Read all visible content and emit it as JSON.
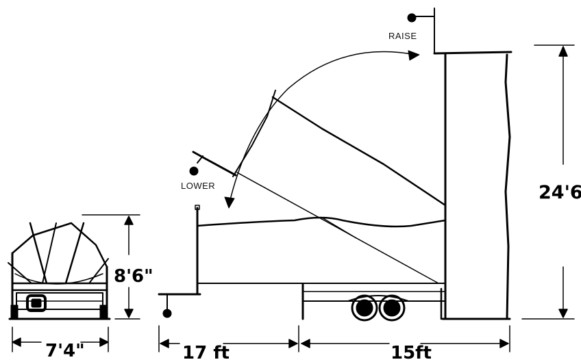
{
  "labels": {
    "raise": "RAISE",
    "lower": "LOWER"
  },
  "dimensions": {
    "total_height": "24'6\"",
    "transport_height": "8'6\"",
    "transport_width": "7'4\"",
    "front_length": "17 ft",
    "rear_length": "15ft"
  },
  "colors": {
    "ink": "#000000",
    "background": "#ffffff"
  }
}
